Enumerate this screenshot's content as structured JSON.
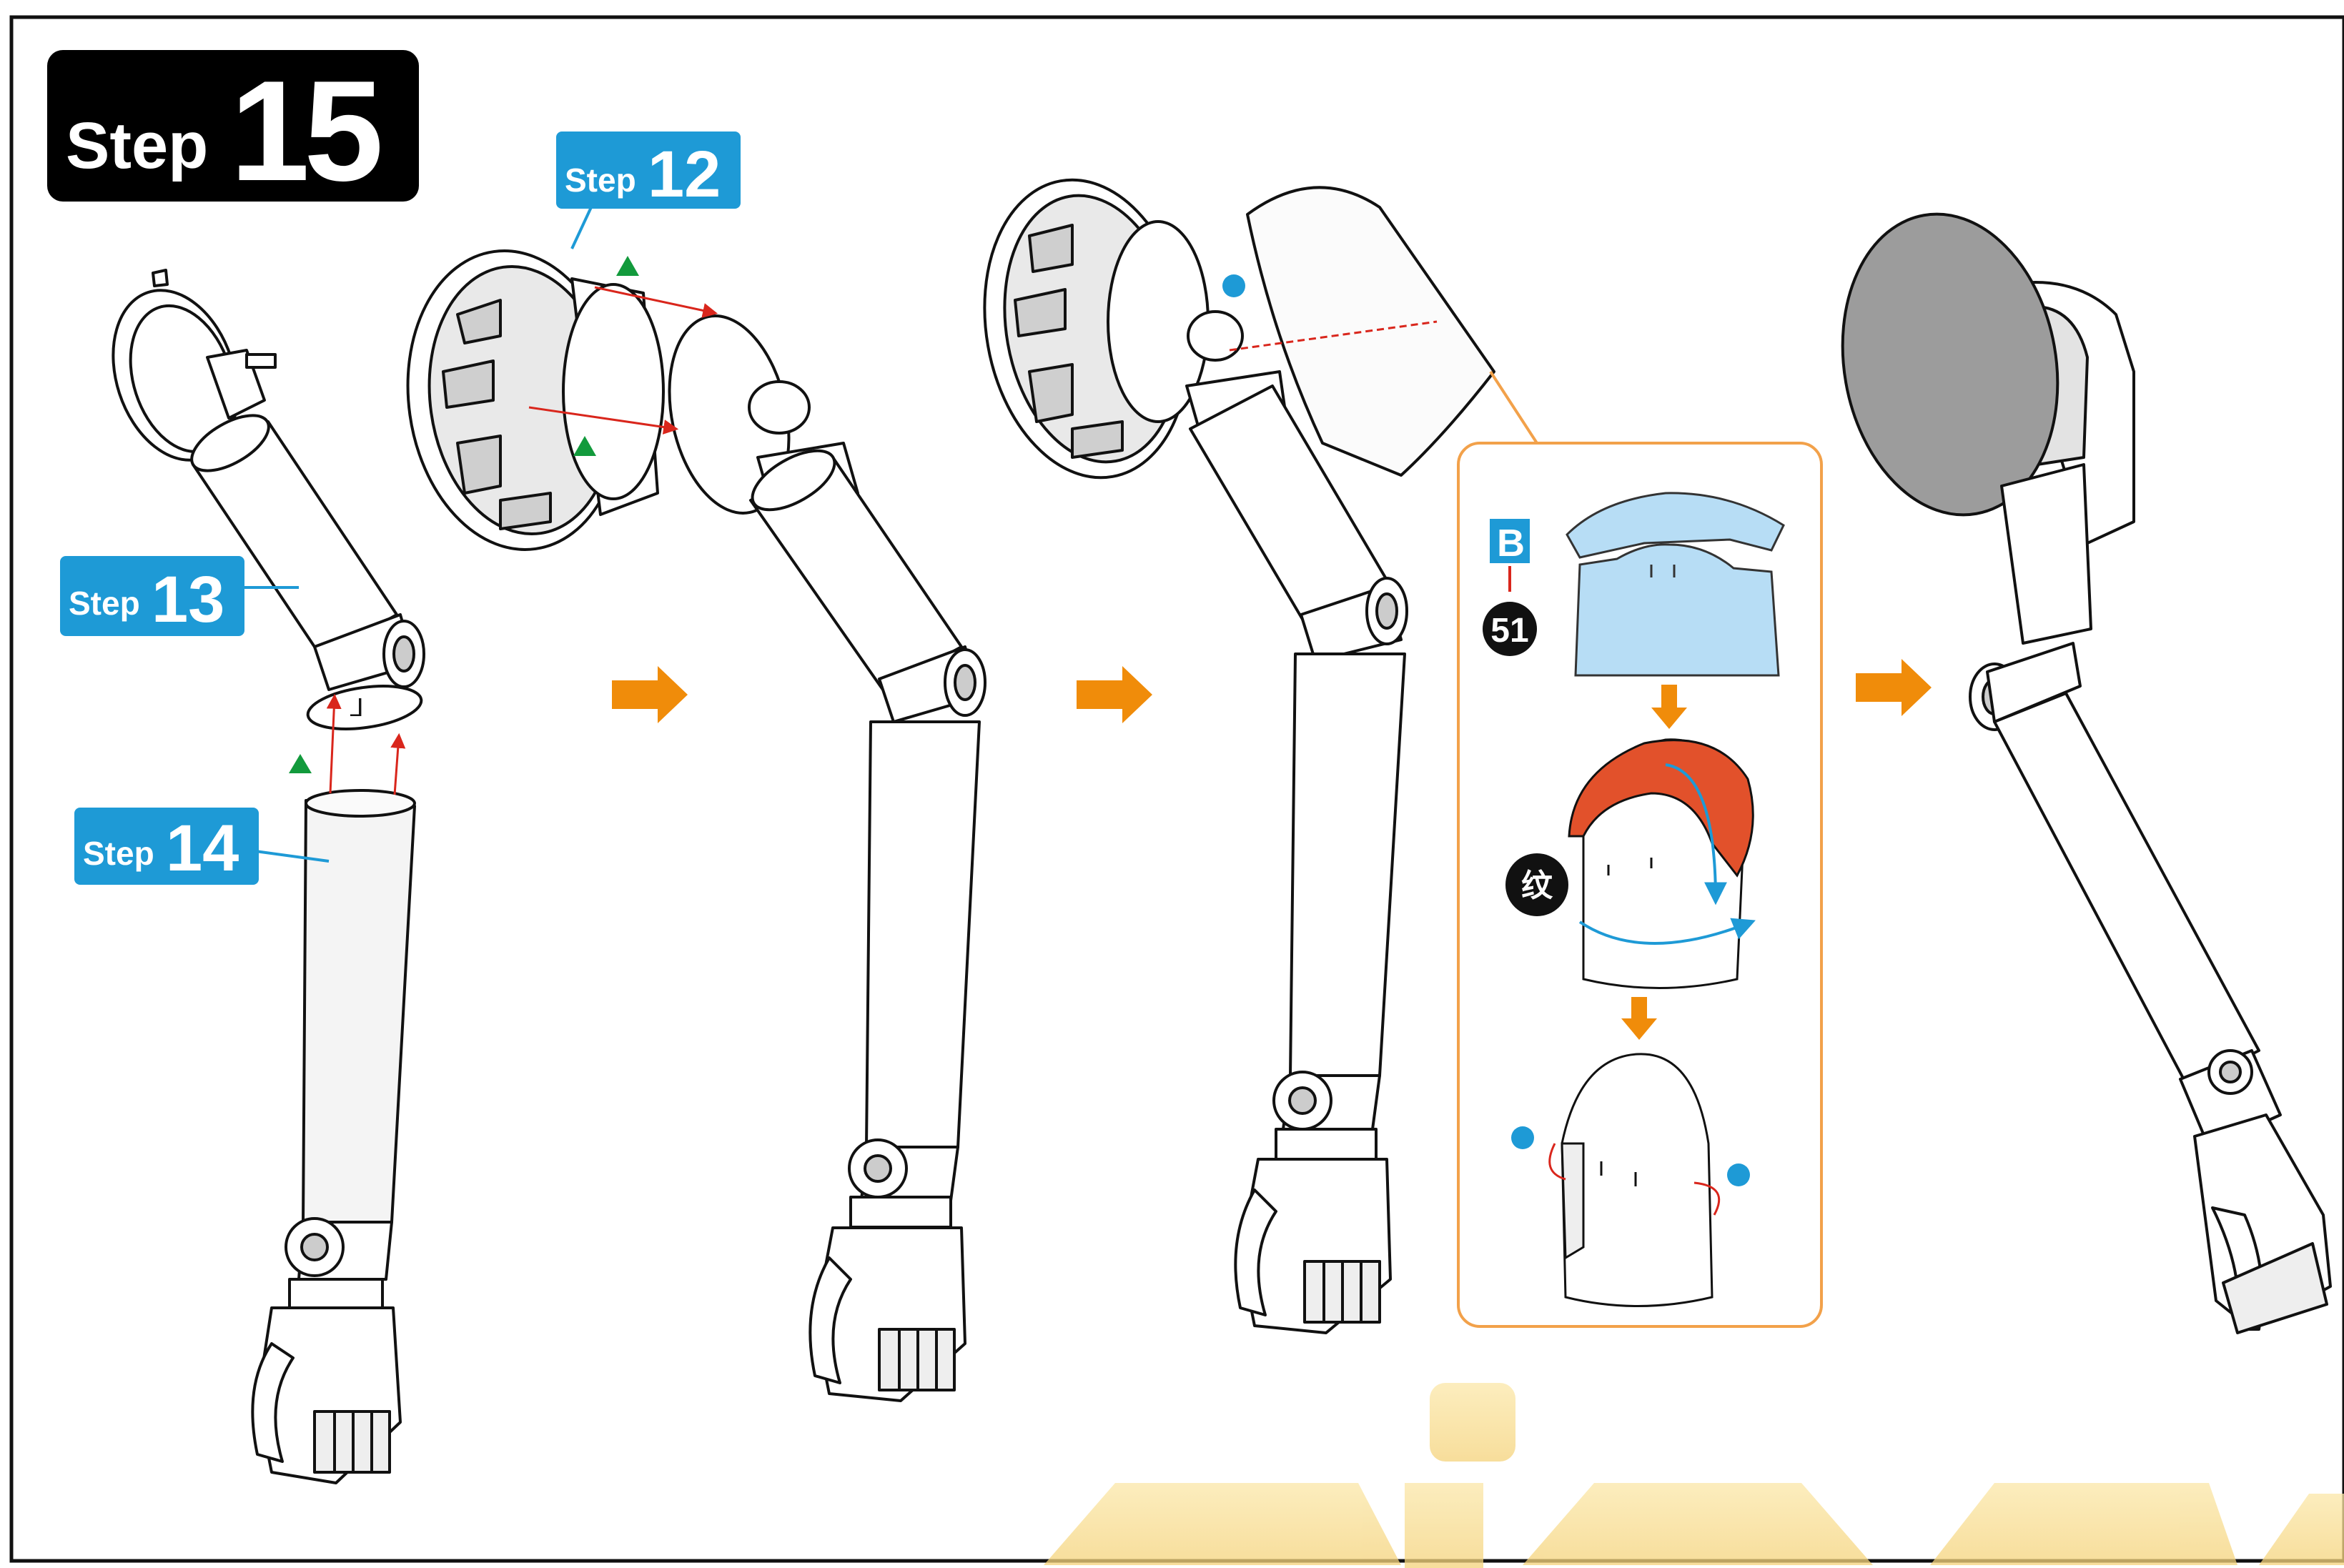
{
  "main_badge": {
    "word": "Step",
    "number": "15"
  },
  "sub_badges": [
    {
      "word": "Step",
      "number": "12"
    },
    {
      "word": "Step",
      "number": "13"
    },
    {
      "word": "Step",
      "number": "14"
    }
  ],
  "detail_box": {
    "sheet_letter": "B",
    "part_number": "51",
    "texture_mark": "纹"
  },
  "colors": {
    "badge_dark": "#000000",
    "badge_blue": "#1E9AD6",
    "flow_arrow": "#F08C0A",
    "callout_border": "#F2A14A",
    "part_blue": "#B7DDF5",
    "part_red": "#E2512B",
    "alignment_triangle": "#129A3C",
    "alignment_dot": "#1E9AD6",
    "connector_red": "#D9261C",
    "shield_gray": "#9C9C9C",
    "watermark": "#F7DC8C"
  }
}
